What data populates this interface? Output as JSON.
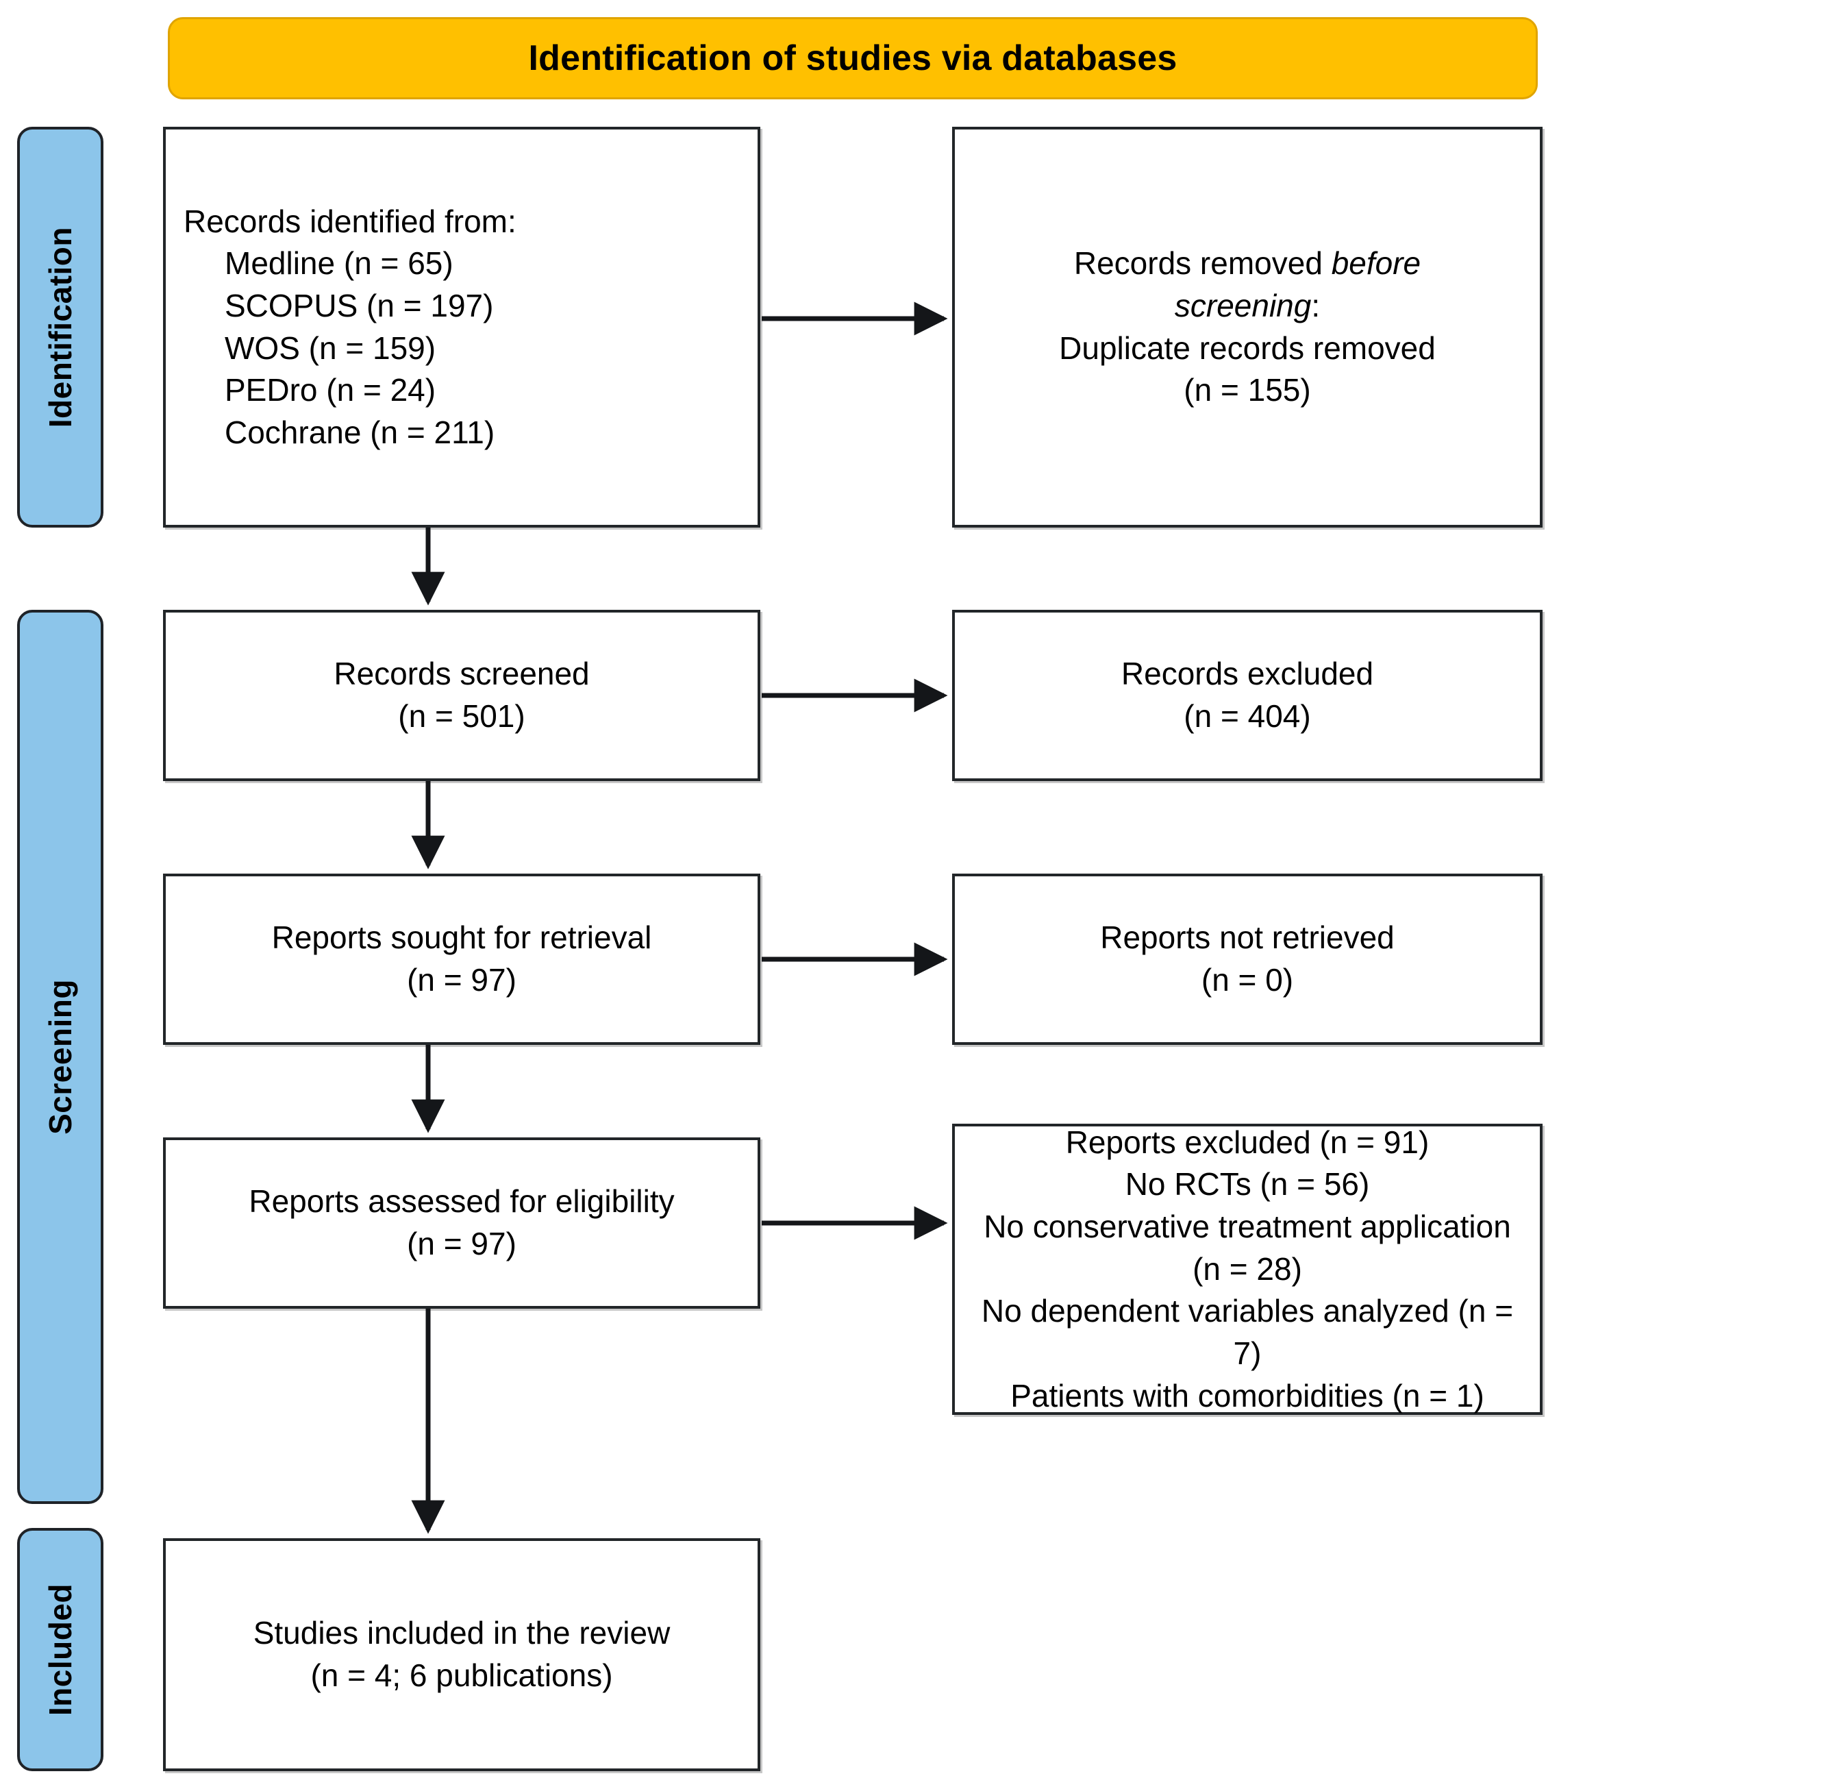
{
  "diagram": {
    "title": "Identification of studies via databases",
    "phases": [
      {
        "id": "identification",
        "label": "Identification"
      },
      {
        "id": "screening",
        "label": "Screening"
      },
      {
        "id": "included",
        "label": "Included"
      }
    ],
    "colors": {
      "banner_fill": "#FFC000",
      "banner_border": "#E0A400",
      "phase_fill": "#8CC5EA",
      "box_border": "#222629",
      "text": "#000000",
      "background": "#FFFFFF"
    },
    "boxes": {
      "identified": {
        "heading": "Records identified from:",
        "sources": [
          "Medline (n = 65)",
          "SCOPUS (n = 197)",
          "WOS (n = 159)",
          "PEDro (n = 24)",
          "Cochrane (n = 211)"
        ]
      },
      "removed": {
        "line1_plain": "Records removed ",
        "line1_italic": "before",
        "line2_italic": "screening",
        "line2_plain": ":",
        "line3": "Duplicate records removed",
        "line4": "(n = 155)"
      },
      "screened": {
        "label": "Records screened",
        "count": "(n = 501)"
      },
      "excluded": {
        "label": "Records excluded",
        "count": "(n = 404)"
      },
      "sought": {
        "label": "Reports sought for retrieval",
        "count": "(n = 97)"
      },
      "not_retrieved": {
        "label": "Reports not retrieved",
        "count": "(n = 0)"
      },
      "assessed": {
        "label": "Reports assessed for eligibility",
        "count": "(n = 97)"
      },
      "reports_excluded": {
        "heading": "Reports excluded (n = 91)",
        "reasons": [
          "No RCTs (n = 56)",
          "No conservative treatment application (n = 28)",
          "No dependent variables analyzed (n = 7)",
          "Patients with comorbidities (n = 1)"
        ]
      },
      "included": {
        "label": "Studies included in the review",
        "count": "(n = 4; 6 publications)"
      }
    }
  }
}
